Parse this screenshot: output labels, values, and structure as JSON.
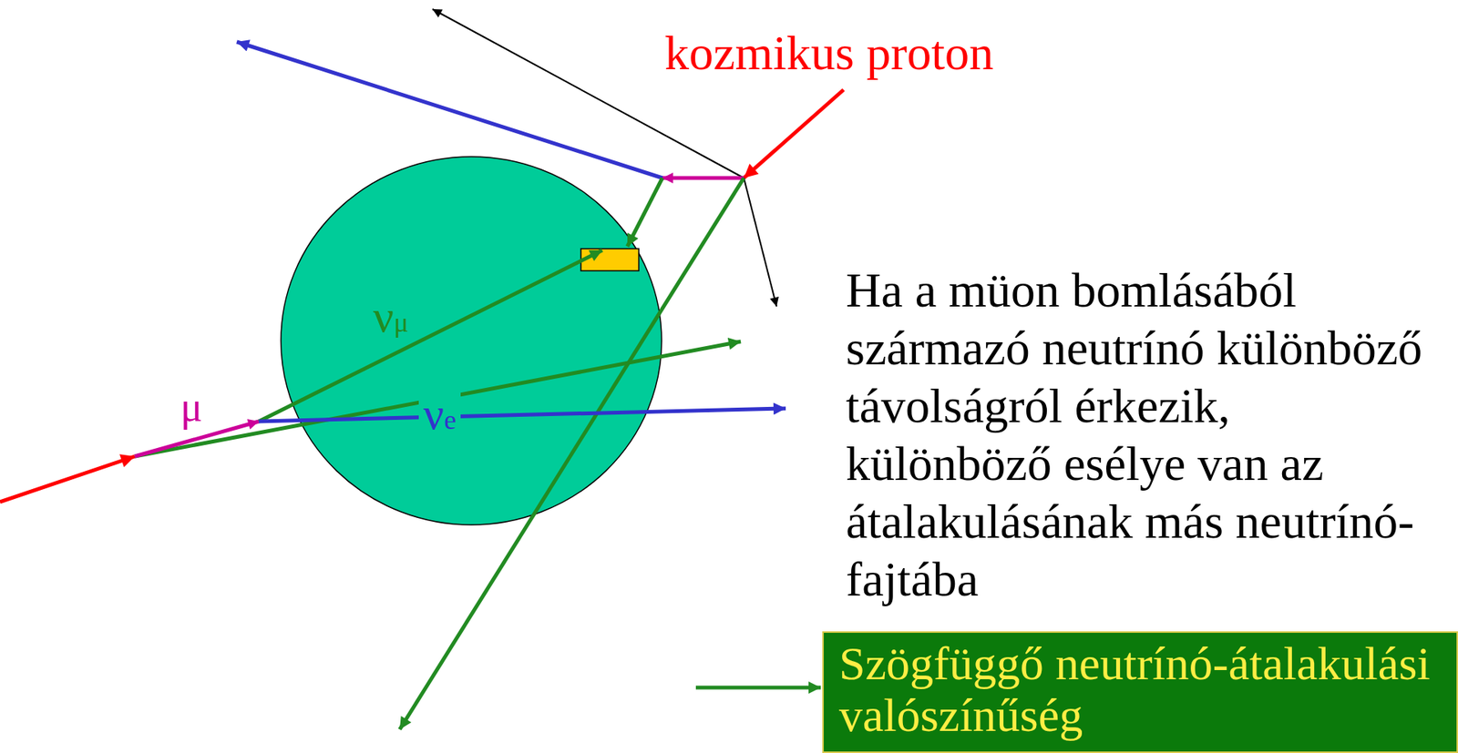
{
  "diagram": {
    "nodes": [
      {
        "text": [
          "Szögfüggő neutrínó-átalakulási valószínűség"
        ]
      }
    ],
    "labels": [
      "kozmikus proton",
      "νμ",
      "μ",
      "νe",
      "Ha a müon bomlásából származó neutrínó különböző távolságról érkezik, különböző esélye van az átalakulásának más neutrínó-fajtába"
    ]
  }
}
